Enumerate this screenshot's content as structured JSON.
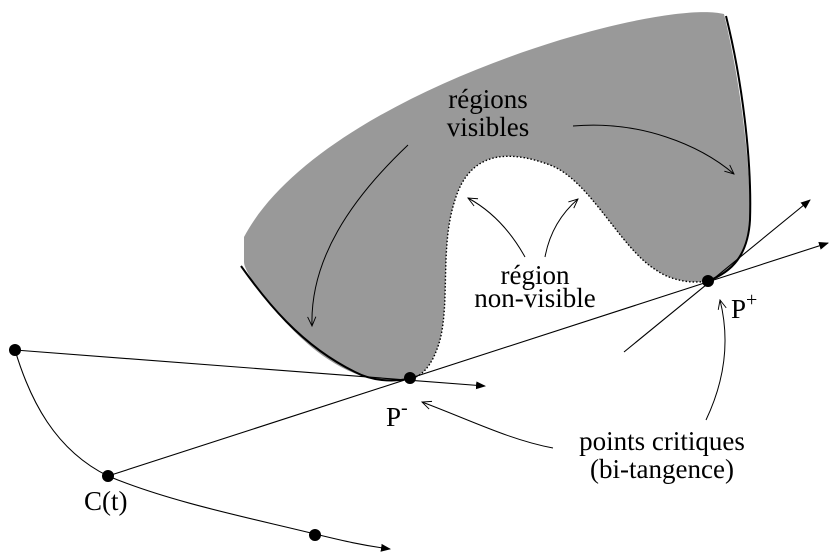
{
  "labels": {
    "visible_line1": "régions",
    "visible_line2": "visibles",
    "nonvisible_line1": "région",
    "nonvisible_line2": "non-visible",
    "p_minus_base": "P",
    "p_minus_sup": "-",
    "p_plus_base": "P",
    "p_plus_sup": "+",
    "critical_line1": "points critiques",
    "critical_line2": "(bi-tangence)",
    "curve": "C(t)"
  },
  "colors": {
    "visible_region_fill": "#999999",
    "stroke": "#000000",
    "background": "#ffffff"
  }
}
